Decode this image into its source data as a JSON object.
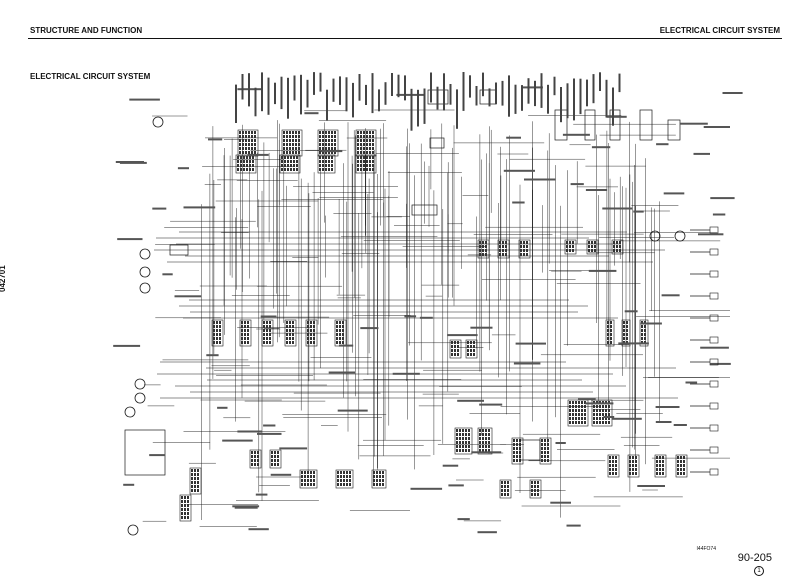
{
  "header": {
    "section_left": "STRUCTURE AND FUNCTION",
    "section_right": "ELECTRICAL CIRCUIT SYSTEM"
  },
  "title": "ELECTRICAL CIRCUIT SYSTEM",
  "side_id": "042701",
  "footer": {
    "ref": "I44FO74",
    "page_number": "90-205",
    "revision": "1"
  }
}
